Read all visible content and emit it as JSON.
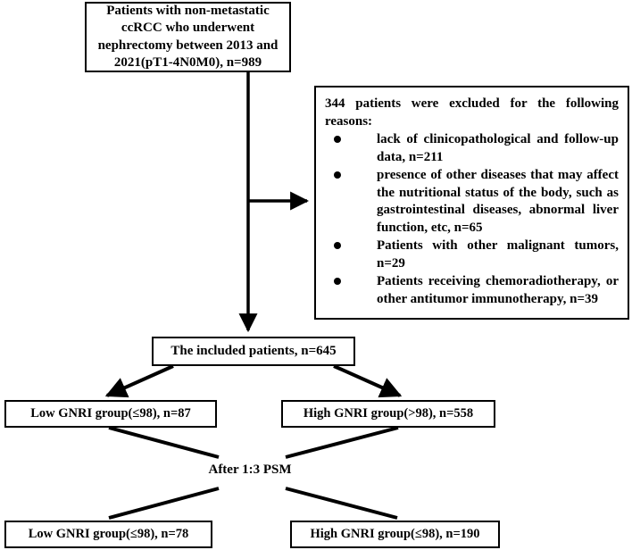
{
  "diagram": {
    "title": "Patient selection flowchart",
    "line_color": "#000000",
    "background": "#ffffff"
  },
  "nodes": {
    "cohort": {
      "text": "Patients with non-metastatic ccRCC who underwent nephrectomy between 2013 and 2021(pT1-4N0M0), n=989"
    },
    "excluded": {
      "intro": "344 patients were excluded for the following reasons:",
      "reasons": [
        "lack of clinicopathological and follow-up data, n=211",
        "presence of other diseases that may affect the nutritional status of the body, such as gastrointestinal diseases, abnormal liver function, etc, n=65",
        "Patients with other malignant tumors, n=29",
        "Patients receiving chemoradiotherapy, or other antitumor immunotherapy, n=39"
      ]
    },
    "included": {
      "text": "The included patients, n=645"
    },
    "low_gnri_pre": {
      "text": "Low GNRI group(≤98), n=87"
    },
    "high_gnri_pre": {
      "text": "High GNRI group(>98), n=558"
    },
    "psm_label": {
      "text": "After 1:3 PSM"
    },
    "low_gnri_post": {
      "text": "Low GNRI group(≤98), n=78"
    },
    "high_gnri_post": {
      "text": "High GNRI group(≤98), n=190"
    }
  }
}
